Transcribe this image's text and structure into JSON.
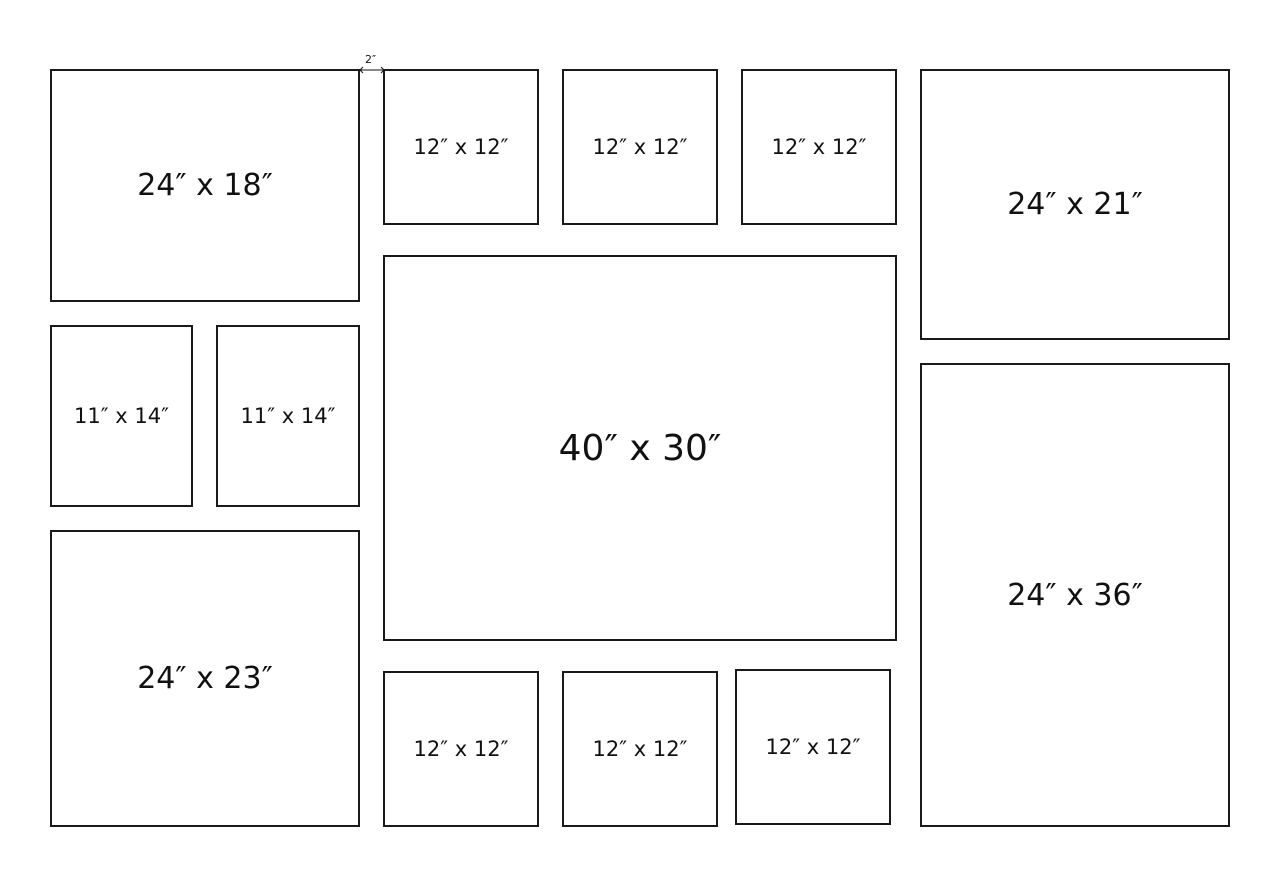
{
  "gap_label": "2″",
  "frames": [
    {
      "label": "24″ x 18″"
    },
    {
      "label": "12″ x 12″"
    },
    {
      "label": "12″ x 12″"
    },
    {
      "label": "12″ x 12″"
    },
    {
      "label": "24″ x 21″"
    },
    {
      "label": "11″ x 14″"
    },
    {
      "label": "11″ x 14″"
    },
    {
      "label": "40″ x 30″"
    },
    {
      "label": "24″ x 36″"
    },
    {
      "label": "24″ x 23″"
    },
    {
      "label": "12″ x 12″"
    },
    {
      "label": "12″ x 12″"
    },
    {
      "label": "12″ x 12″"
    }
  ]
}
